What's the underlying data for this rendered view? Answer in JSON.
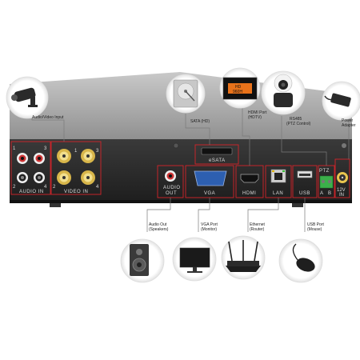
{
  "callouts": {
    "audio_video_input": "Audio/Video Input",
    "sata": "SATA (HD)",
    "hdmi_port_1": "HDMI Port",
    "hdmi_port_2": "(HDTV)",
    "rs485_1": "RS485",
    "rs485_2": "(PTZ Control)",
    "power_1": "Power",
    "power_2": "Adapter",
    "audio_out_1": "Audio Out",
    "audio_out_2": "(Speakers)",
    "vga_port_1": "VGA Port",
    "vga_port_2": "(Monitor)",
    "ethernet_1": "Ethernet",
    "ethernet_2": "(Router)",
    "usb_port_1": "USB Port",
    "usb_port_2": "(Mouse)"
  },
  "panel": {
    "audio_in": "AUDIO  IN",
    "video_in": "VIDEO  IN",
    "esata": "eSATA",
    "audio_out_1": "AUDIO",
    "audio_out_2": "OUT",
    "vga": "VGA",
    "hdmi": "HDMI",
    "lan": "LAN",
    "usb": "USB",
    "ptz": "PTZ",
    "ptz_a": "A",
    "ptz_b": "B",
    "dc": "12V",
    "dc_in": "IN",
    "audio_nums": [
      "1",
      "3",
      "2",
      "4"
    ],
    "video_nums": [
      "1",
      "3",
      "2",
      "4"
    ],
    "hd_badge_1": "HD",
    "hd_badge_2": "960H"
  },
  "colors": {
    "highlight": "#d4242a",
    "chassis": "#2b2b2b",
    "bnc_gold": "#d8b64a"
  }
}
